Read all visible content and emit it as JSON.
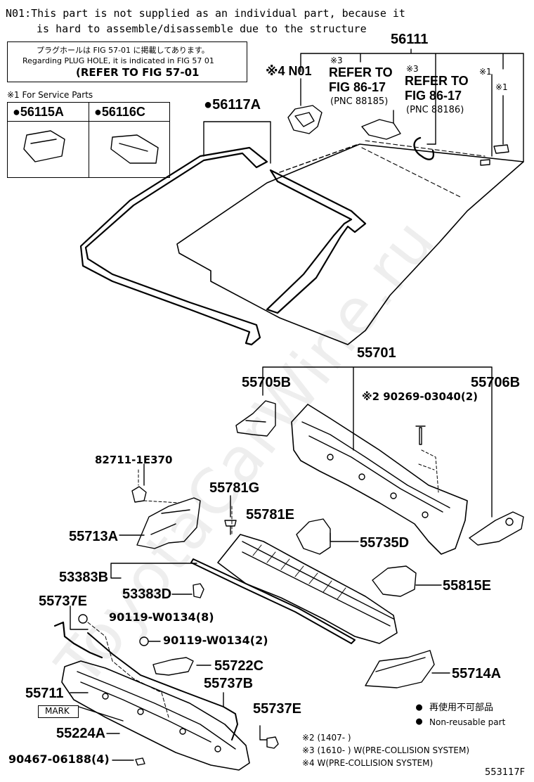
{
  "header": {
    "note_line1": "N01:This part is not supplied as an individual part, because it",
    "note_line2": "is hard to assemble/disassemble due to the structure",
    "jp_line": "プラグホールは FIG 57-01 に掲載してあります。",
    "en_line": "Regarding PLUG HOLE, it is indicated in FIG 57 01",
    "refer_line": "(REFER TO FIG 57-01"
  },
  "service_box": {
    "title": "※1 For Service Parts",
    "items": [
      "●56115A",
      "●56116C"
    ]
  },
  "labels": {
    "p56111": "56111",
    "n01": "※4 N01",
    "ref1_mark": "※3",
    "ref1_line1": "REFER TO",
    "ref1_line2": "FIG 86-17",
    "ref1_pnc": "(PNC 88185)",
    "ref2_mark": "※3",
    "ref2_line1": "REFER TO",
    "ref2_line2": "FIG 86-17",
    "ref2_pnc": "(PNC 88186)",
    "mark1a": "※1",
    "mark1b": "※1",
    "p56117a": "●56117A",
    "p55701": "55701",
    "p55705b": "55705B",
    "p55706b": "55706B",
    "p90269": "※2 90269-03040(2)",
    "p82711": "82711-1E370",
    "p55781g": "55781G",
    "p55713a": "55713A",
    "p55781e": "55781E",
    "p55735d": "55735D",
    "p53383b": "53383B",
    "p53383d": "53383D",
    "p55815e": "55815E",
    "p55737e_top": "55737E",
    "p90119_8": "90119-W0134(8)",
    "p90119_2": "90119-W0134(2)",
    "p55722c": "55722C",
    "p55711": "55711",
    "p55737b": "55737B",
    "p55714a": "55714A",
    "mark_box": "MARK",
    "p55224a": "55224A",
    "p55737e_bottom": "55737E",
    "p90467": "90467-06188(4)"
  },
  "legend": {
    "jp": "再使用不可部品",
    "en": "Non-reusable part",
    "note2": "※2 (1407-        )",
    "note3": "※3 (1610-        ) W(PRE-COLLISION SYSTEM)",
    "note4": "※4 W(PRE-COLLISION SYSTEM)"
  },
  "figure_id": "553117F",
  "watermark": "ToyotaCarWine.ru"
}
